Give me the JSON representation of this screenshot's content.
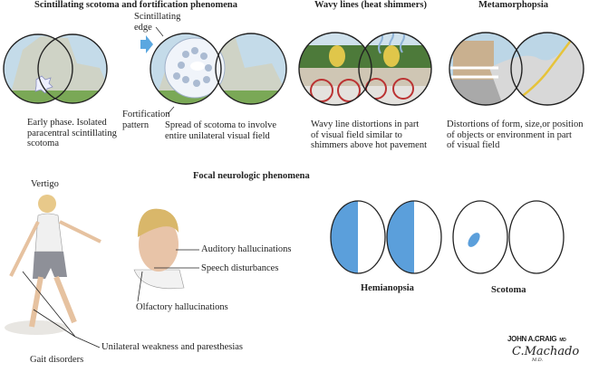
{
  "sections": {
    "scintillating": {
      "title": "Scintillating scotoma and fortification phenomena",
      "edge_label": [
        "Scintillating",
        "edge"
      ],
      "fortification_label": [
        "Fortification",
        "pattern"
      ],
      "early_caption": [
        "Early phase. Isolated",
        "paracentral scintillating",
        "scotoma"
      ],
      "spread_caption": [
        "Spread of scotoma to involve",
        "entire unilateral visual field"
      ]
    },
    "wavy": {
      "title": "Wavy lines (heat shimmers)",
      "caption": [
        "Wavy line distortions in part",
        "of visual field similar to",
        "shimmers above hot pavement"
      ]
    },
    "metamorphopsia": {
      "title": "Metamorphopsia",
      "caption": [
        "Distortions of form, size,or position",
        "of objects or environment in part",
        "of visual field"
      ]
    },
    "focal": {
      "title": "Focal neurologic phenomena",
      "vertigo": "Vertigo",
      "auditory": "Auditory hallucinations",
      "speech": "Speech disturbances",
      "olfactory": "Olfactory hallucinations",
      "gait": "Gait disorders",
      "weakness": "Unilateral weakness and paresthesias",
      "hemianopsia": "Hemianopsia",
      "scotoma": "Scotoma"
    }
  },
  "signature": {
    "line1": "JOHN A.CRAIG",
    "suffix1": "MD",
    "line2": "C.Machado",
    "suffix2": "M.D."
  },
  "colors": {
    "field_blue": "#5b9fdb",
    "sky": "#b9d4e6",
    "grass": "#6e9d4a"
  }
}
